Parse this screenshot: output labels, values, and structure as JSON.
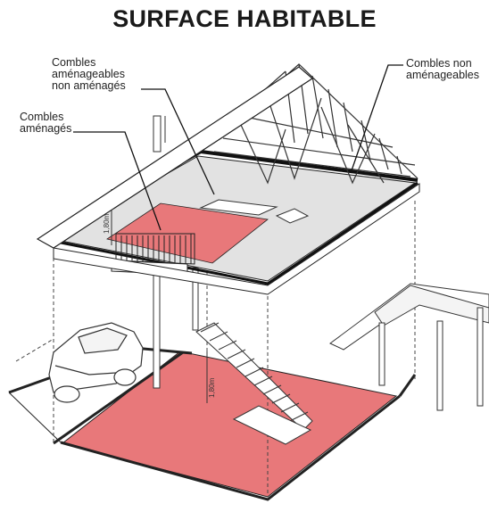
{
  "title": "SURFACE HABITABLE",
  "labels": {
    "combles_amenageables_line1": "Combles",
    "combles_amenageables_line2": "aménageables",
    "combles_amenageables_line3": "non aménagés",
    "combles_amenages_line1": "Combles",
    "combles_amenages_line2": "aménagés",
    "combles_non_amenageables_line1": "Combles non",
    "combles_non_amenageables_line2": "aménageables"
  },
  "dimensions": {
    "attic_height": "1,80m",
    "floor_height": "1,80m"
  },
  "colors": {
    "habitable": "#e8787a",
    "attic_floor": "#e2e2e2",
    "structure": "#222222"
  }
}
